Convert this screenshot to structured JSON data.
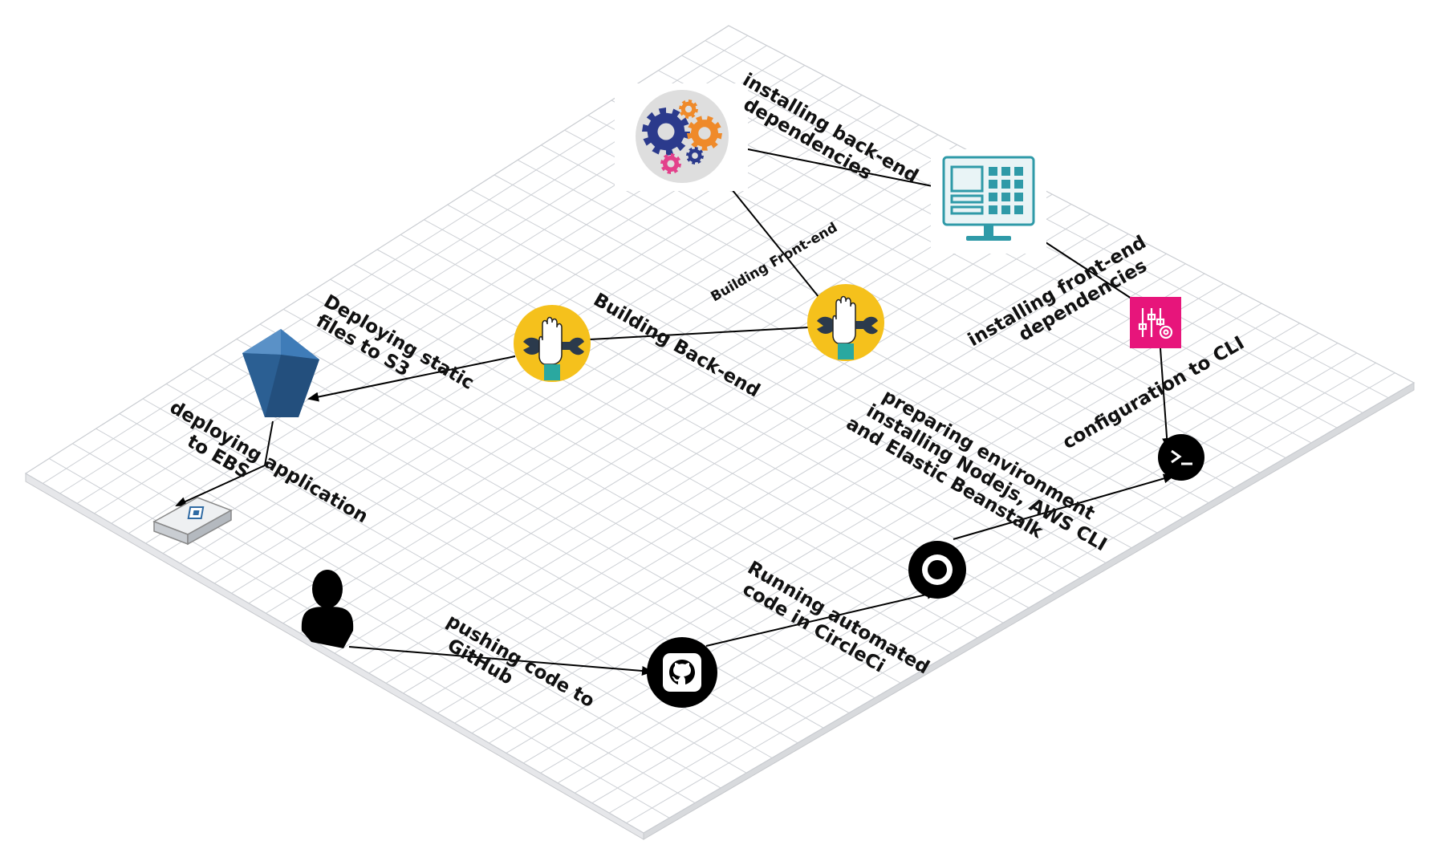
{
  "labels": {
    "pushing_code": [
      "pushing code to",
      "GitHub"
    ],
    "running_automated": [
      "Running automated",
      "code in CircleCi"
    ],
    "preparing_env": [
      "preparing environment",
      "installing Nodejs, AWS CLI",
      "and Elastic Beanstalk"
    ],
    "configuration_cli": [
      "configuration to CLI"
    ],
    "installing_frontend": [
      "installing front-end",
      "dependencies"
    ],
    "installing_backend": [
      "installing back-end",
      "dependencies"
    ],
    "building_frontend": [
      "Building Front-end"
    ],
    "building_backend": [
      "Building Back-end"
    ],
    "deploying_s3": [
      "Deploying static",
      "files to S3"
    ],
    "deploying_ebs": [
      "deploying application",
      "to EBS"
    ]
  },
  "colors": {
    "grid_line": "#c9ccd1",
    "platform_fill": "#ffffff",
    "platform_edge": "#d4d6da",
    "arrow": "#000000",
    "tool_circle": "#f5c11c",
    "gear_navy": "#2b3a8c",
    "gear_orange": "#ef8a2a",
    "gear_pink": "#e3418b",
    "s3_blue": "#2f6aa3",
    "ssm_pink": "#e7157b",
    "monitor_teal": "#2f9aa8"
  },
  "icons": [
    "user-icon",
    "github-icon",
    "circleci-icon",
    "terminal-icon",
    "systems-manager-icon",
    "monitor-dashboard-icon",
    "gears-icon",
    "wrench-hand-icon",
    "s3-bucket-icon",
    "ebs-instance-icon"
  ]
}
